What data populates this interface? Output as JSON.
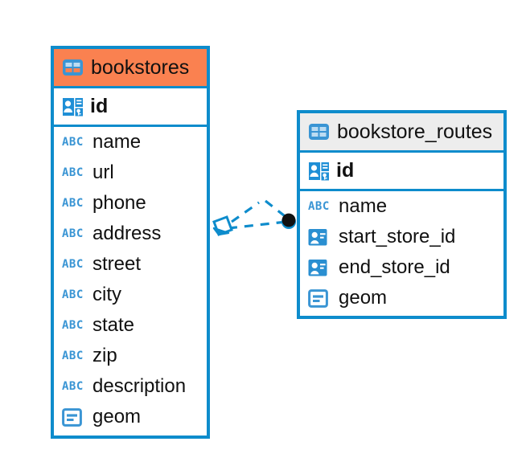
{
  "diagram": {
    "type": "entity-relationship-diagram",
    "background_color": "#ffffff",
    "accent_color": "#0e8ccc",
    "header_orange": "#fa8150",
    "header_gray": "#ededed",
    "icon_blue": "#3a95d4"
  },
  "entities": [
    {
      "name": "bookstores",
      "header_style": "orange",
      "primary_key": {
        "label": "id",
        "icon": "primary-key-icon"
      },
      "fields": [
        {
          "label": "name",
          "icon": "abc-icon",
          "icon_text": "ABC"
        },
        {
          "label": "url",
          "icon": "abc-icon",
          "icon_text": "ABC"
        },
        {
          "label": "phone",
          "icon": "abc-icon",
          "icon_text": "ABC"
        },
        {
          "label": "address",
          "icon": "abc-icon",
          "icon_text": "ABC"
        },
        {
          "label": "street",
          "icon": "abc-icon",
          "icon_text": "ABC"
        },
        {
          "label": "city",
          "icon": "abc-icon",
          "icon_text": "ABC"
        },
        {
          "label": "state",
          "icon": "abc-icon",
          "icon_text": "ABC"
        },
        {
          "label": "zip",
          "icon": "abc-icon",
          "icon_text": "ABC"
        },
        {
          "label": "description",
          "icon": "abc-icon",
          "icon_text": "ABC"
        },
        {
          "label": "geom",
          "icon": "geometry-icon"
        }
      ]
    },
    {
      "name": "bookstore_routes",
      "header_style": "gray",
      "primary_key": {
        "label": "id",
        "icon": "primary-key-icon"
      },
      "fields": [
        {
          "label": "name",
          "icon": "abc-icon",
          "icon_text": "ABC"
        },
        {
          "label": "start_store_id",
          "icon": "foreign-key-icon"
        },
        {
          "label": "end_store_id",
          "icon": "foreign-key-icon"
        },
        {
          "label": "geom",
          "icon": "geometry-icon"
        }
      ]
    }
  ],
  "relationship": {
    "style": "dashed",
    "color": "#0e8ccc",
    "source_marker": "diamond-marker",
    "target_marker": "filled-circle-marker"
  }
}
